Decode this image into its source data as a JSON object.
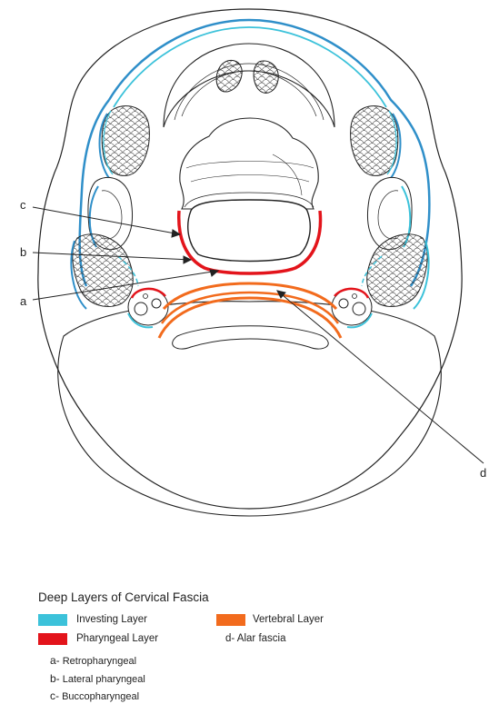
{
  "labels": {
    "a": "a",
    "b": "b",
    "c": "c",
    "d": "d"
  },
  "legend": {
    "title": "Deep Layers of Cervical Fascia",
    "layers": [
      {
        "key": "investing",
        "label": "Investing Layer",
        "color": "#3cc2da"
      },
      {
        "key": "pharyngeal",
        "label": "Pharyngeal Layer",
        "color": "#e3141b"
      },
      {
        "key": "vertebral",
        "label": "Vertebral Layer",
        "color": "#f26b1d"
      }
    ],
    "alar": {
      "letter": "d-",
      "text": "Alar fascia"
    },
    "spaces": [
      {
        "letter": "a-",
        "text": "Retropharyngeal"
      },
      {
        "letter": "b-",
        "text": "Lateral pharyngeal"
      },
      {
        "letter": "c-",
        "text": "Buccopharyngeal"
      }
    ]
  },
  "colors": {
    "outline": "#222222",
    "investing_blue": "#2f8fc9",
    "investing_cyan": "#3cc2da",
    "pharyngeal": "#e3141b",
    "vertebral": "#f26b1d"
  }
}
